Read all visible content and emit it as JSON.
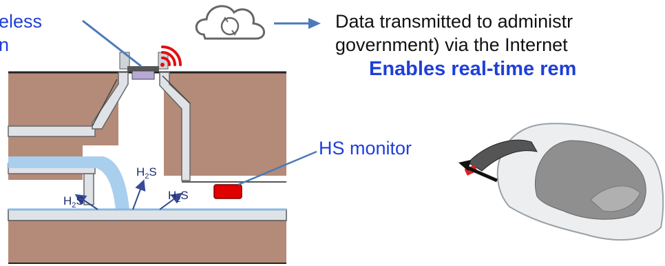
{
  "labels": {
    "wireless": [
      "eless",
      "n"
    ],
    "data_transmitted": [
      "Data transmitted to administr",
      "government) via the Internet"
    ],
    "enables": "Enables real-time rem",
    "hs_monitor": "HS monitor",
    "h2s": "H2S"
  },
  "icons": [
    "cloud-sync-icon",
    "arrow-right-icon",
    "wifi-signal-icon"
  ],
  "colors": {
    "soil": "#b48a78",
    "pipe_fill": "#dfe3e7",
    "water": "#a9cfee",
    "sensor": "#e00000",
    "label_blue": "#1f3fd8",
    "wifi": "#e01010"
  }
}
